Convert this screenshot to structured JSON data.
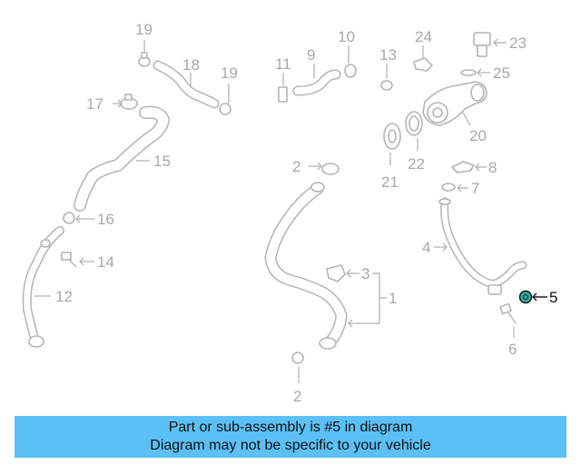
{
  "callouts": {
    "c1": "1",
    "c2a": "2",
    "c2b": "2",
    "c3": "3",
    "c4": "4",
    "c5": "5",
    "c6": "6",
    "c7": "7",
    "c8": "8",
    "c9": "9",
    "c10": "10",
    "c11": "11",
    "c12": "12",
    "c13": "13",
    "c14": "14",
    "c15": "15",
    "c16": "16",
    "c17": "17",
    "c18": "18",
    "c19a": "19",
    "c19b": "19",
    "c20": "20",
    "c21": "21",
    "c22": "22",
    "c23": "23",
    "c24": "24",
    "c25": "25"
  },
  "highlighted_part": "5",
  "colors": {
    "line_art": "#b4b4b4",
    "highlight_part": "#2bb0a0",
    "banner_bg": "#5bc0f5"
  },
  "banner": {
    "line1": "Part or sub-assembly is #5 in diagram",
    "line2": "Diagram may not be specific to your vehicle"
  }
}
